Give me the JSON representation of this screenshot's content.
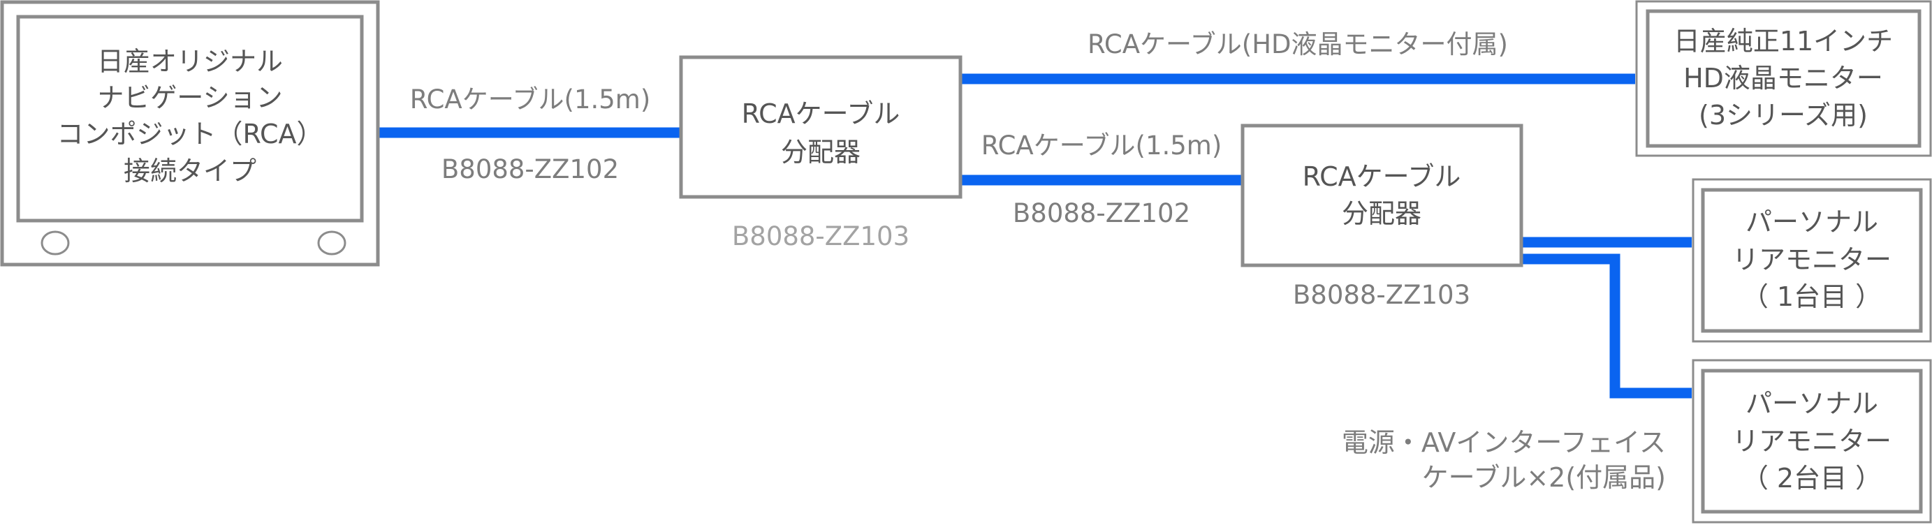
{
  "colors": {
    "cable": "#0a64f0",
    "frame": "#8c8c8c",
    "text_dark": "#555555",
    "text_label": "#7d7d7d",
    "text_light": "#a3a3a3"
  },
  "nodes": {
    "navigation": {
      "lines": [
        "日産オリジナル",
        "ナビゲーション",
        "コンポジット（RCA）",
        "接続タイプ"
      ]
    },
    "splitter1": {
      "lines": [
        "RCAケーブル",
        "分配器"
      ],
      "part": "B8088-ZZ103"
    },
    "splitter2": {
      "lines": [
        "RCAケーブル",
        "分配器"
      ],
      "part": "B8088-ZZ103"
    },
    "hd_monitor": {
      "lines": [
        "日産純正11インチ",
        "HD液晶モニター",
        "(3シリーズ用)"
      ]
    },
    "rear_monitor1": {
      "lines": [
        "パーソナル",
        "リアモニター",
        "（ 1台目 ）"
      ]
    },
    "rear_monitor2": {
      "lines": [
        "パーソナル",
        "リアモニター",
        "（ 2台目 ）"
      ]
    }
  },
  "cables": {
    "nav_to_splitter1": {
      "name": "RCAケーブル(1.5m)",
      "part": "B8088-ZZ102"
    },
    "splitter1_to_splitter2": {
      "name": "RCAケーブル(1.5m)",
      "part": "B8088-ZZ102"
    },
    "splitter1_to_hd": {
      "name": "RCAケーブル(HD液晶モニター付属)"
    },
    "power_av": {
      "lines": [
        "電源・AVインターフェイス",
        "ケーブル×2(付属品)"
      ]
    }
  }
}
